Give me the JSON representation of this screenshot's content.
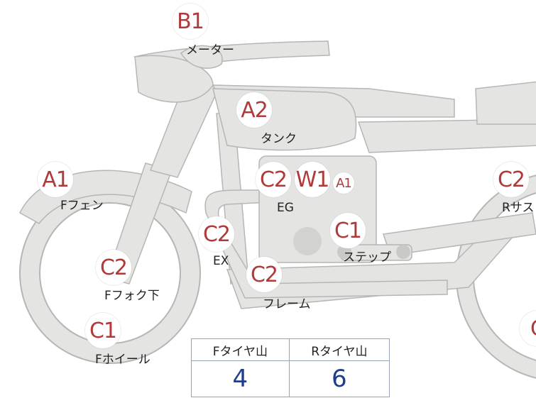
{
  "colors": {
    "part_fill": "#e4e5e3",
    "part_stroke": "#b4b7b4",
    "grade_text": "#b03a3a",
    "value_text": "#1f3d8a",
    "table_border": "#9aa3b8"
  },
  "grades": [
    {
      "grade": "B1",
      "label": "メーター"
    },
    {
      "grade": "A2",
      "label": "タンク"
    },
    {
      "grade": "A1",
      "label": "Fフェン"
    },
    {
      "grade": "C2",
      "label": "EG"
    },
    {
      "grade": "W1",
      "label": ""
    },
    {
      "grade": "A1",
      "label": ""
    },
    {
      "grade": "C2",
      "label": "Rサス"
    },
    {
      "grade": "C2",
      "label": "EX"
    },
    {
      "grade": "C1",
      "label": "ステップ"
    },
    {
      "grade": "C2",
      "label": "Fフォク下"
    },
    {
      "grade": "C2",
      "label": "フレーム"
    },
    {
      "grade": "C1",
      "label": "Fホイール"
    },
    {
      "grade": "C",
      "label": ""
    }
  ],
  "tire_table": {
    "headers": [
      "Fタイヤ山",
      "Rタイヤ山"
    ],
    "values": [
      "4",
      "6"
    ]
  }
}
